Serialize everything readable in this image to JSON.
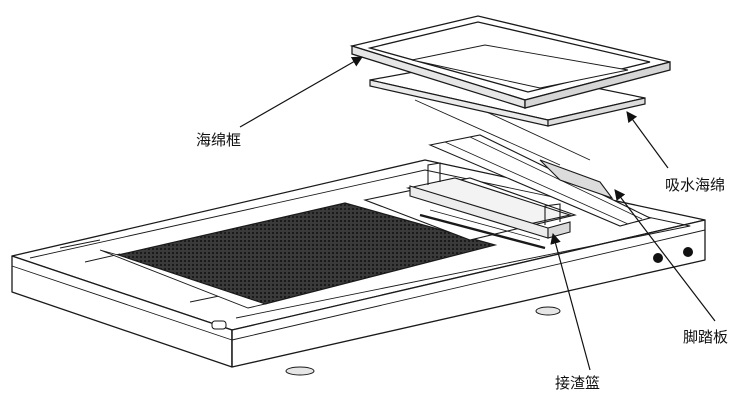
{
  "labels": {
    "sponge_frame": "海绵框",
    "absorbent_sponge": "吸水海绵",
    "foot_pedal": "脚踏板",
    "debris_basket": "接渣篮"
  },
  "colors": {
    "line": "#1a1a1a",
    "grate": "#2b2b2b",
    "body_fill": "#ffffff",
    "shade": "#e6e6e6"
  }
}
